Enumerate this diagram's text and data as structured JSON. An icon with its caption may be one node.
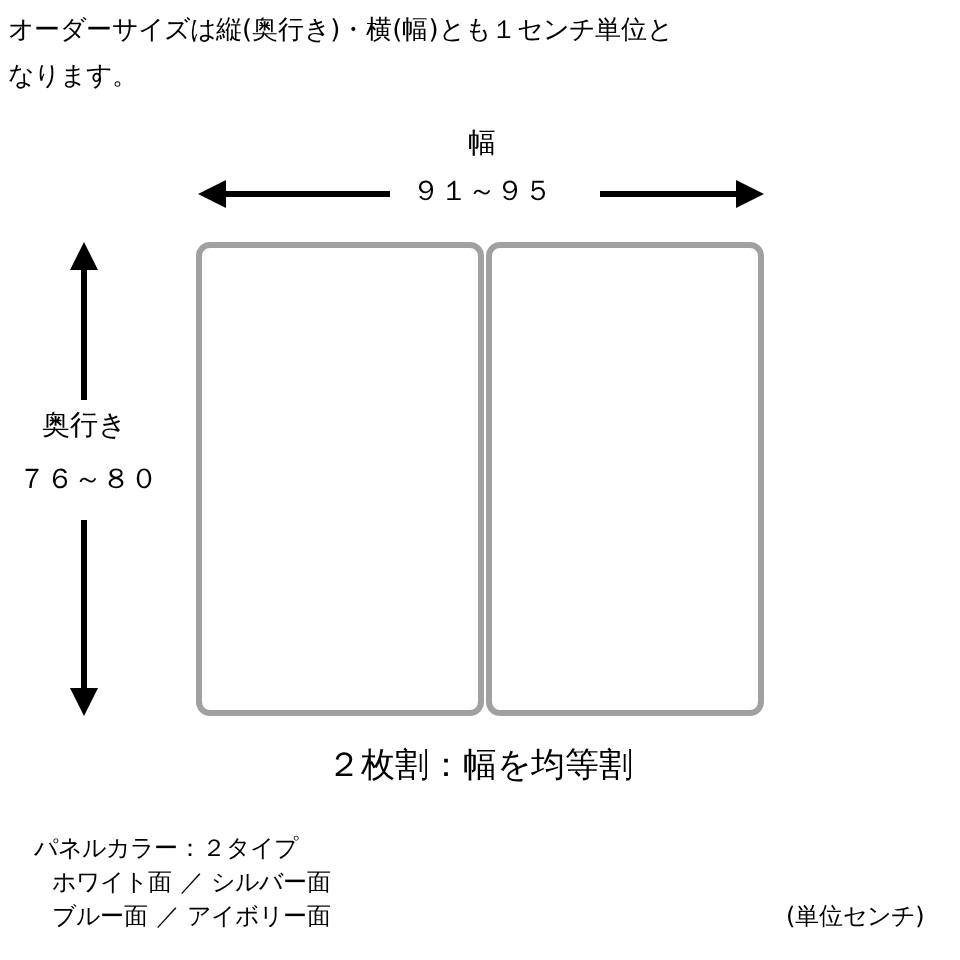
{
  "diagram": {
    "title": "オーダーサイズは縦(奥行き)・横(幅)とも１センチ単位となります。",
    "nodes": [
      {
        "text": [],
        "shape": "box"
      },
      {
        "text": [],
        "shape": "box"
      }
    ],
    "labels": [
      "幅",
      "９１～９５",
      "奥行き",
      "７６～８０",
      "２枚割：幅を均等割",
      "パネルカラー：２タイプ",
      "ホワイト面 ／ シルバー面",
      "ブルー面 ／ アイボリー面",
      "(単位センチ)"
    ]
  }
}
